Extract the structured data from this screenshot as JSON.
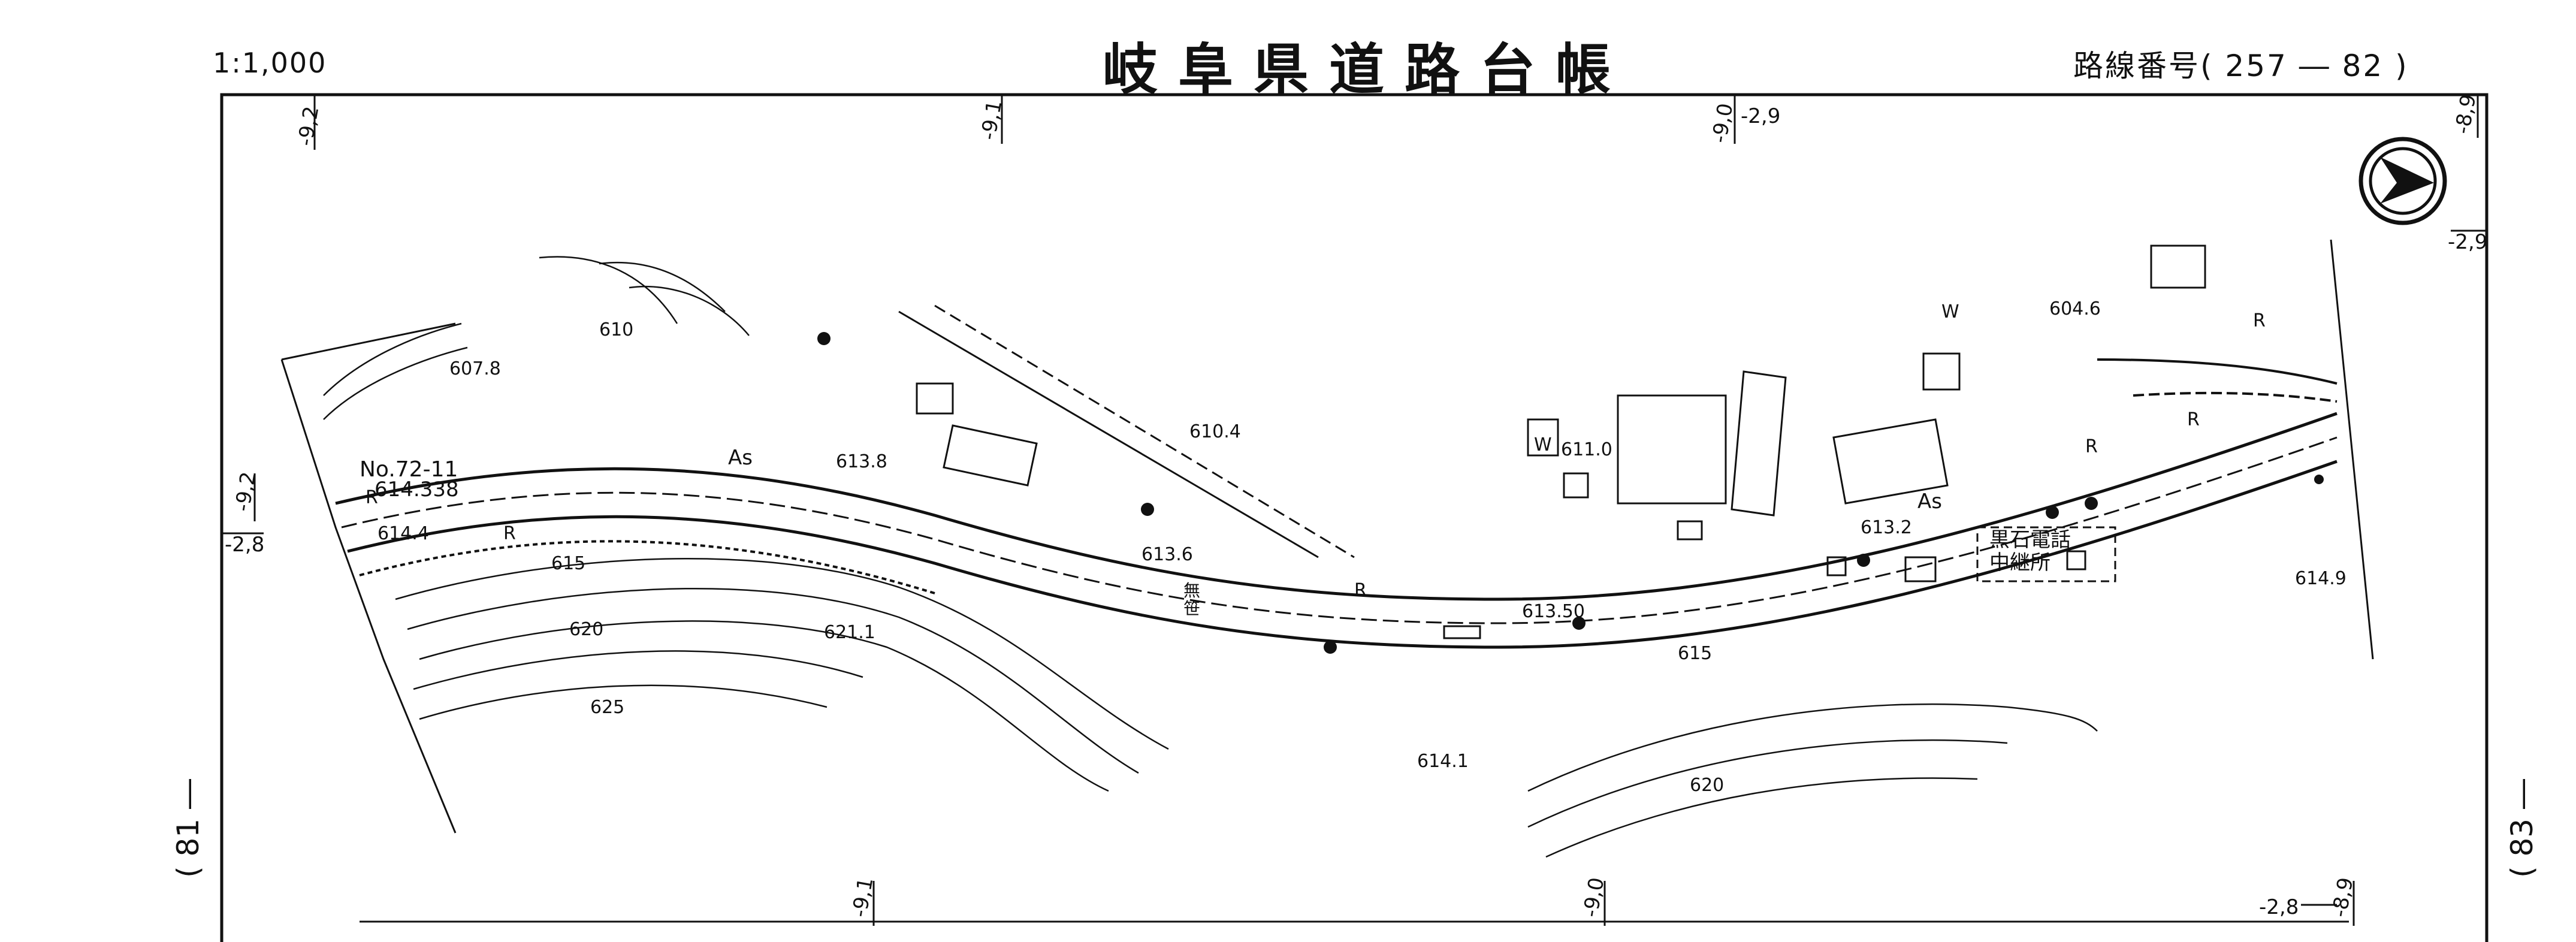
{
  "header": {
    "scale": "1:1,000",
    "title": "岐阜県道路台帳",
    "route_number": "路線番号( 257 ― 82 )"
  },
  "margins": {
    "left_page": "( 81 ―",
    "right_page": "( 83 ―"
  },
  "map": {
    "grid_labels": {
      "top_1": "-9,2",
      "top_2": "-9,1",
      "top_3": "-9,0",
      "top_3b": "-2,9",
      "top_4": "-8,9",
      "right_1": "-2,9",
      "left_1": "-9,2",
      "left_2": "-2,8",
      "bottom_1": "-9,1",
      "bottom_2": "-9,0",
      "bottom_3": "-2,8",
      "bottom_4": "-8,9"
    },
    "benchmark": {
      "id": "No.72-11",
      "elevation": "614.338"
    },
    "spot_heights": [
      "607.8",
      "614.4",
      "613.8",
      "610.4",
      "611.0",
      "613.6",
      "613.50",
      "613.2",
      "604.6",
      "614.9",
      "621.1",
      "614.1"
    ],
    "contours": [
      "610",
      "615",
      "620",
      "625",
      "615",
      "620"
    ],
    "road_marks": [
      "As",
      "As",
      "R",
      "R",
      "R",
      "R",
      "R",
      "R",
      "W",
      "W"
    ],
    "facility": {
      "line1": "黒石電話",
      "line2": "中継所"
    },
    "shrine_mark": "無",
    "shrine_mark2": "笹"
  }
}
